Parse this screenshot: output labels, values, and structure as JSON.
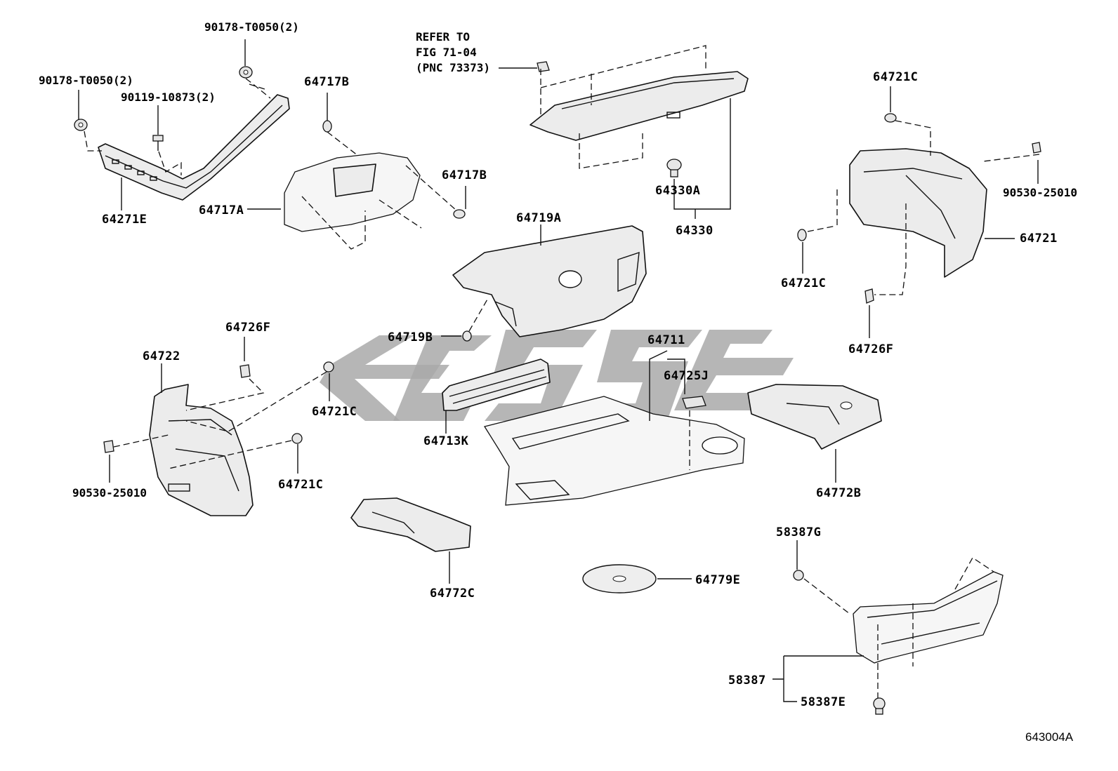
{
  "callouts": {
    "p90178_top": "90178-T0050(2)",
    "p90178_left": "90178-T0050(2)",
    "p90119": "90119-10873(2)",
    "p64271E": "64271E",
    "p64717B_top": "64717B",
    "p64717B_right": "64717B",
    "p64717A": "64717A",
    "refer_line1": "REFER TO",
    "refer_line2": "FIG 71-04",
    "refer_line3": "(PNC 73373)",
    "p64330A": "64330A",
    "p64330": "64330",
    "p64721C_topright": "64721C",
    "p90530_right": "90530-25010",
    "p64721": "64721",
    "p64721C_right": "64721C",
    "p64726F_right": "64726F",
    "p64719A": "64719A",
    "p64719B": "64719B",
    "p64711": "64711",
    "p64725J": "64725J",
    "p64722": "64722",
    "p64726F_left": "64726F",
    "p64721C_mid": "64721C",
    "p64721C_low": "64721C",
    "p90530_left": "90530-25010",
    "p64713K": "64713K",
    "p64772B": "64772B",
    "p64772C": "64772C",
    "p64779E": "64779E",
    "p58387G": "58387G",
    "p58387": "58387",
    "p58387E": "58387E"
  },
  "figure_code": "643004A",
  "colors": {
    "line": "#111111",
    "part_fill": "#ececec",
    "watermark": "#a9a9a9"
  }
}
